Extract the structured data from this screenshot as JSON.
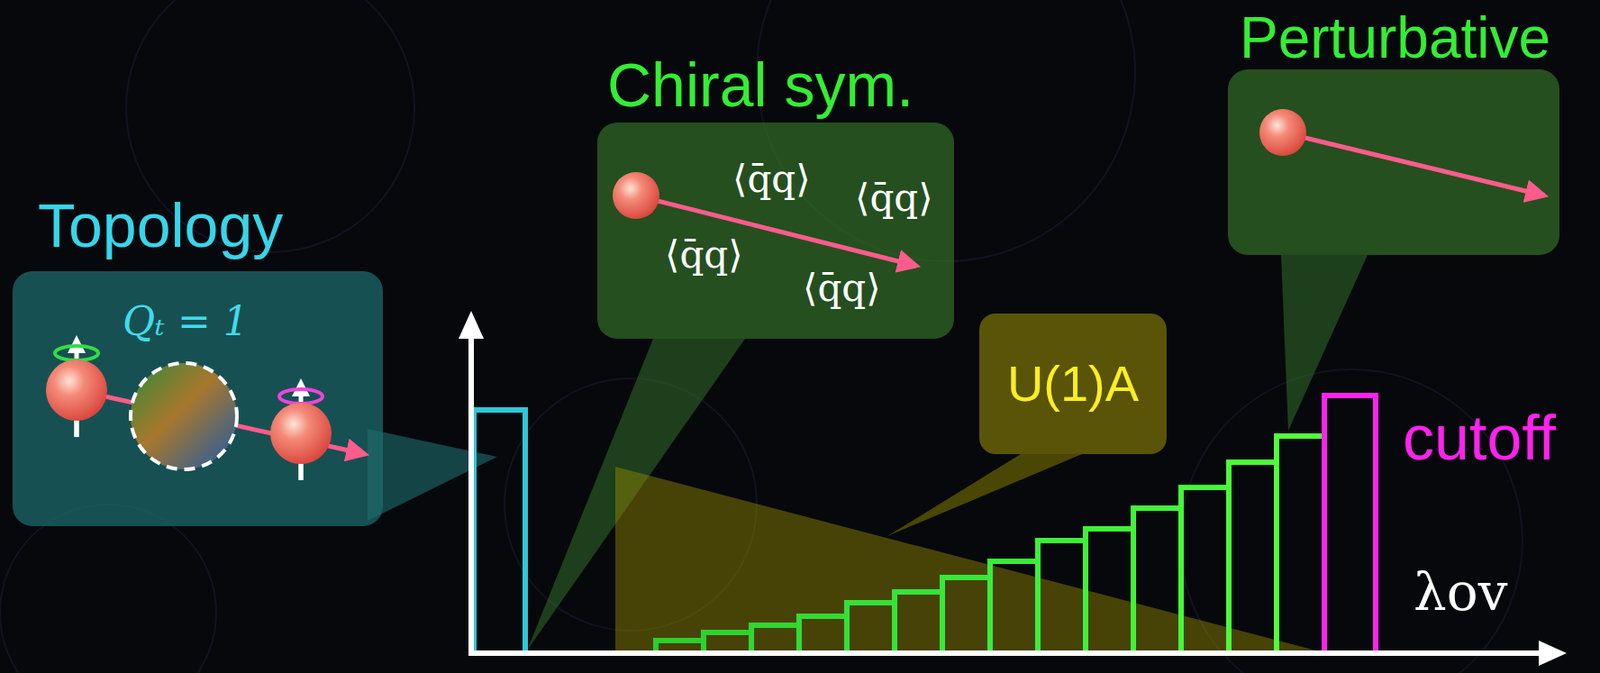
{
  "diagram": {
    "nodes": [
      {
        "text": [
          "Topology",
          "Qₜ = 1"
        ]
      },
      {
        "text": [
          "Chiral sym.",
          "⟨q̄q⟩",
          "⟨q̄q⟩",
          "⟨q̄q⟩",
          "⟨q̄q⟩"
        ]
      },
      {
        "text": [
          "U(1)A"
        ]
      },
      {
        "text": [
          "Perturbative"
        ]
      }
    ],
    "labels": [
      "cutoff",
      "λov"
    ]
  }
}
